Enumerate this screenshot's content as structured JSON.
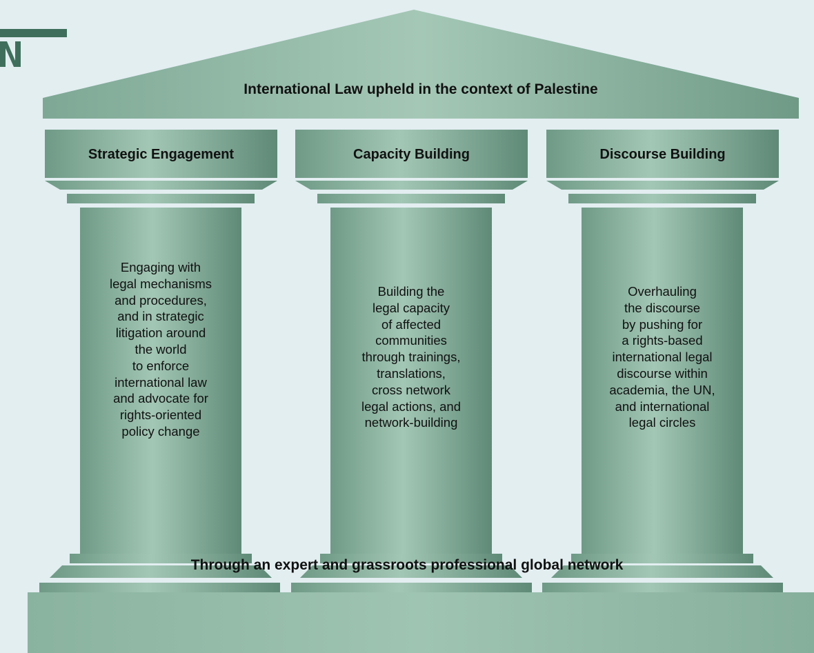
{
  "diagram": {
    "roof": {
      "title": "International Law upheld in the context of Palestine"
    },
    "pillars": [
      {
        "title": "Strategic Engagement",
        "body": "Engaging with\nlegal mechanisms\nand procedures,\nand in strategic\nlitigation around\nthe world\nto enforce\ninternational law\nand advocate for\nrights-oriented\npolicy change"
      },
      {
        "title": "Capacity Building",
        "body": "Building the\nlegal capacity\nof affected\ncommunities\nthrough  trainings,\ntranslations,\ncross network\nlegal actions, and\nnetwork-building"
      },
      {
        "title": "Discourse Building",
        "body": "Overhauling\nthe discourse\nby pushing for\na rights-based\ninternational legal\ndiscourse within\nacademia, the UN,\nand international\nlegal circles"
      }
    ],
    "foundation": {
      "title": "Through an expert and grassroots professional global network"
    }
  },
  "colors": {
    "background": "#e3eef1",
    "pillar_light": "#9fc4b2",
    "pillar_mid": "#7ea895",
    "pillar_dark": "#5f8a77",
    "logo_fragment": "#3f6f5c"
  }
}
